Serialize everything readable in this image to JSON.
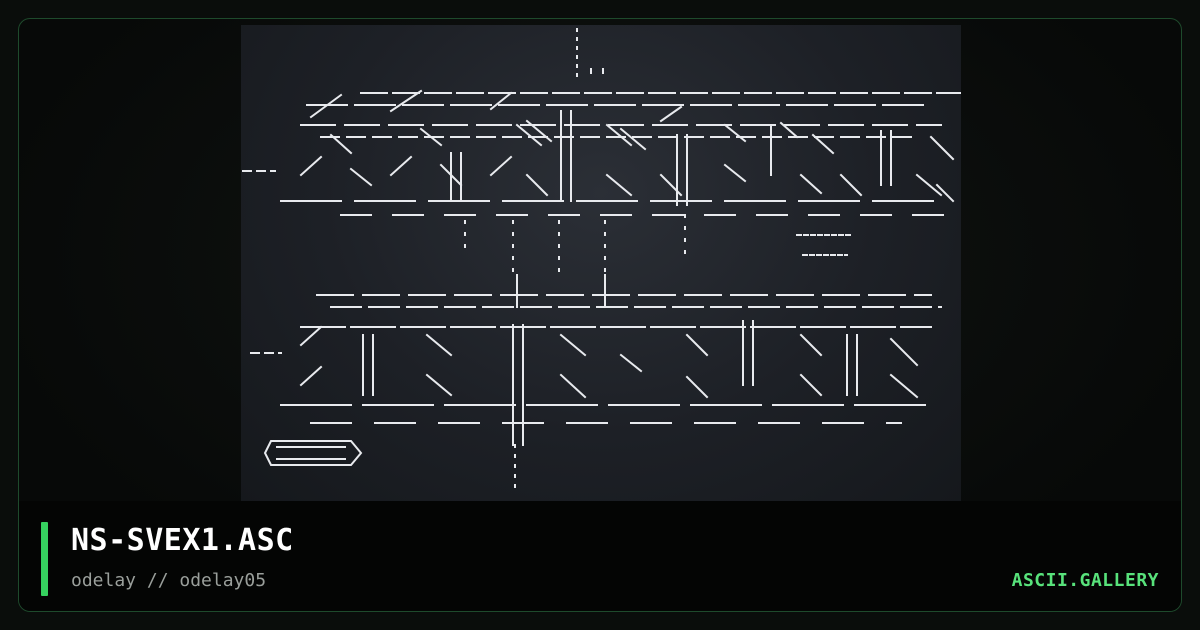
{
  "artwork": {
    "title": "NS-SVEX1.ASC",
    "credit": "odelay // odelay05"
  },
  "site": {
    "brand": "ASCII.GALLERY"
  },
  "colors": {
    "accent": "#36d25f",
    "brand": "#58e27b",
    "border": "#1e4a2c",
    "art_background": "#1d2026"
  }
}
